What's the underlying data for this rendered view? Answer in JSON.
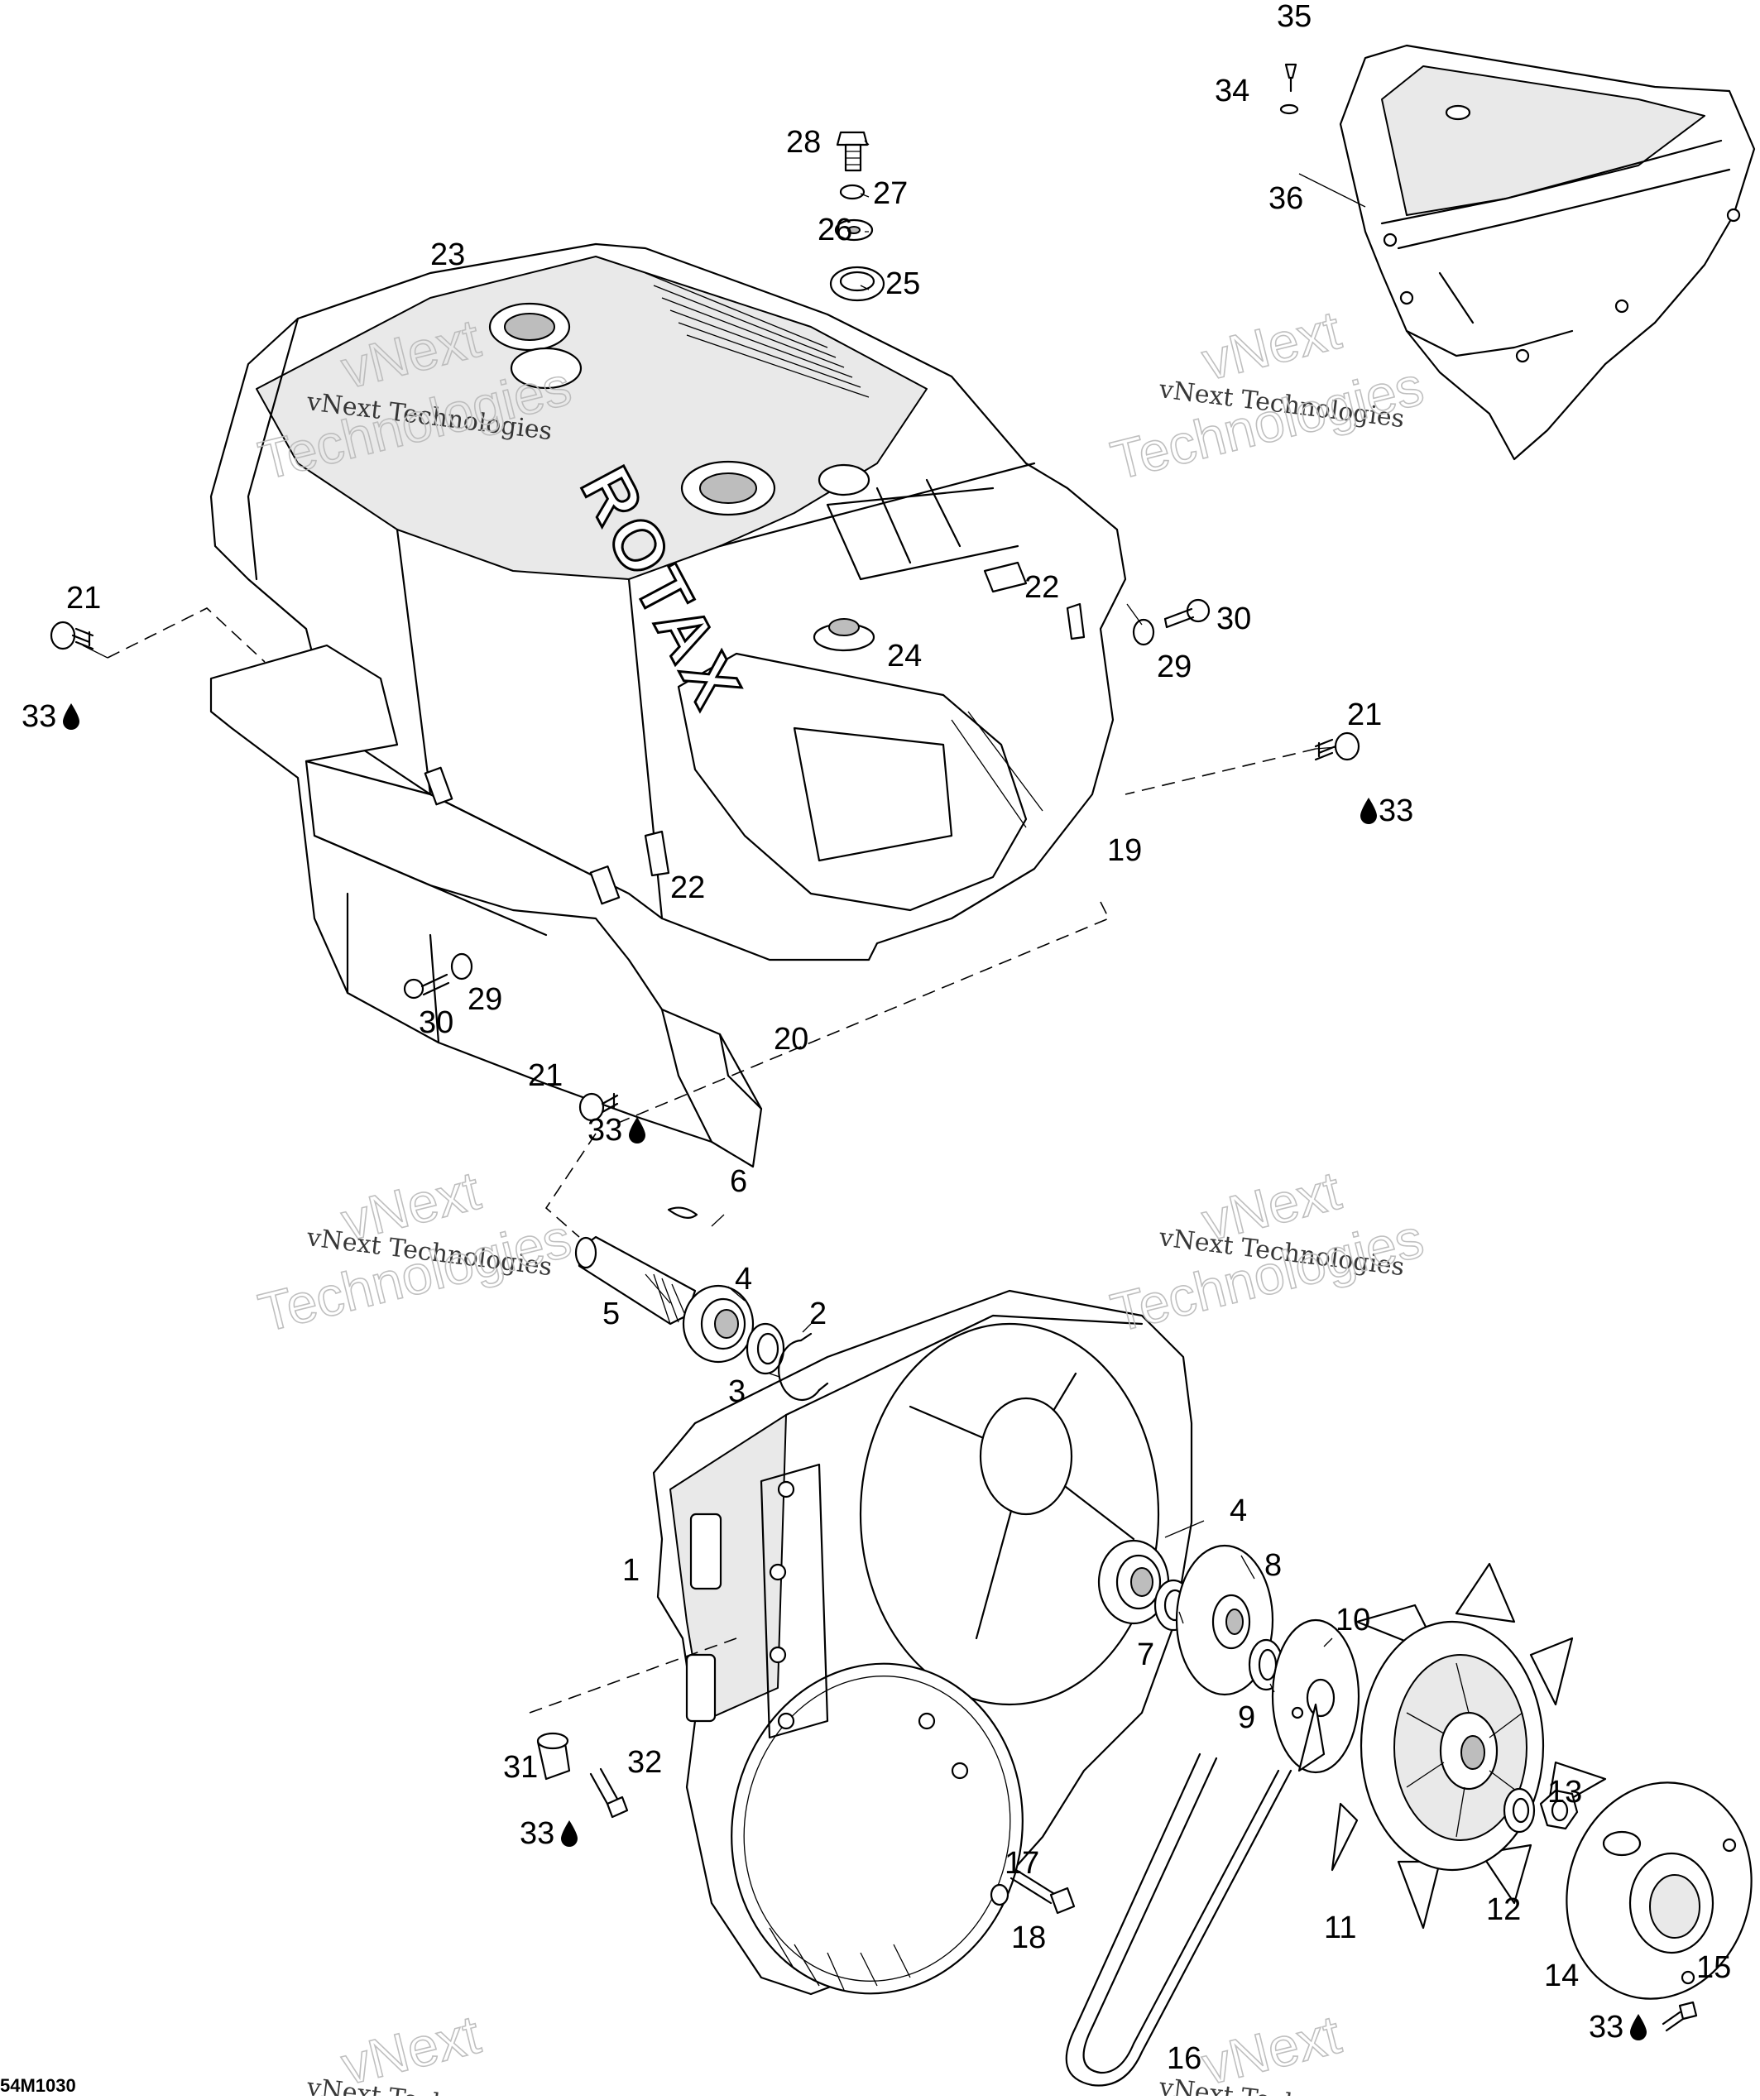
{
  "figure_code": "54M1030",
  "watermark": {
    "brand": "vNext",
    "company": "vNext Technologies",
    "word": "Technologies"
  },
  "callouts": {
    "c1": "1",
    "c2": "2",
    "c3": "3",
    "c4a": "4",
    "c4b": "4",
    "c5": "5",
    "c6": "6",
    "c7": "7",
    "c8": "8",
    "c9": "9",
    "c10": "10",
    "c11": "11",
    "c12": "12",
    "c13": "13",
    "c14": "14",
    "c15": "15",
    "c16": "16",
    "c17": "17",
    "c18": "18",
    "c19": "19",
    "c20": "20",
    "c21a": "21",
    "c21b": "21",
    "c21c": "21",
    "c22a": "22",
    "c22b": "22",
    "c23": "23",
    "c24": "24",
    "c25": "25",
    "c26": "26",
    "c27": "27",
    "c28": "28",
    "c29a": "29",
    "c29b": "29",
    "c30a": "30",
    "c30b": "30",
    "c31": "31",
    "c32": "32",
    "c33a": "33",
    "c33b": "33",
    "c33c": "33",
    "c33d": "33",
    "c33e": "33",
    "c34": "34",
    "c35": "35",
    "c36": "36"
  },
  "engine_logo": "ROTAX",
  "icons": [
    "oil-drop-icon"
  ]
}
